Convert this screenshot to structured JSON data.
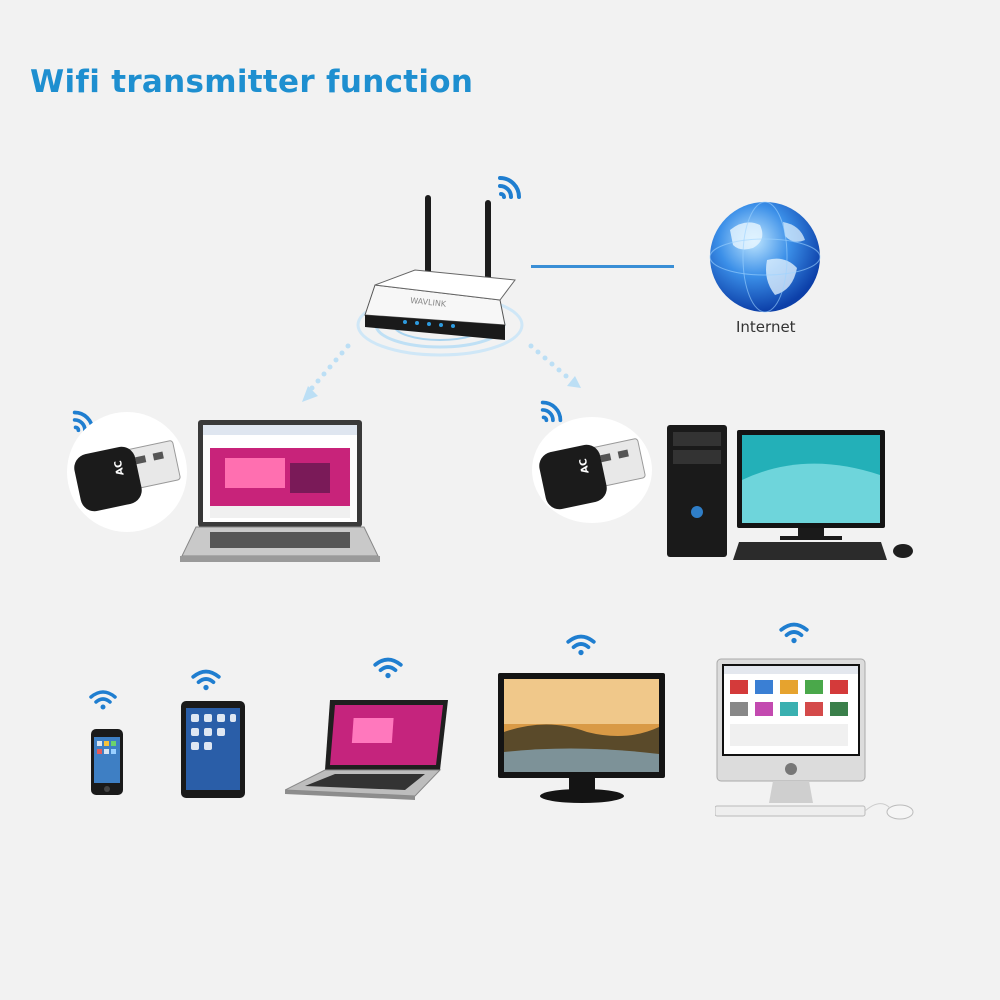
{
  "title": "Wifi transmitter function",
  "internet_label": "Internet",
  "router_brand": "WAVLINK",
  "adapter_badge": "AC",
  "colors": {
    "title": "#1e8fd0",
    "link_line": "#3a8fd6",
    "wifi_signal": "#1f7ed0",
    "background": "#f2f2f2"
  },
  "icons": [
    "router-icon",
    "globe-icon",
    "usb-adapter-icon",
    "laptop-icon",
    "desktop-pc-icon",
    "smartphone-icon",
    "tablet-icon",
    "monitor-icon",
    "imac-icon",
    "wifi-signal-icon"
  ]
}
